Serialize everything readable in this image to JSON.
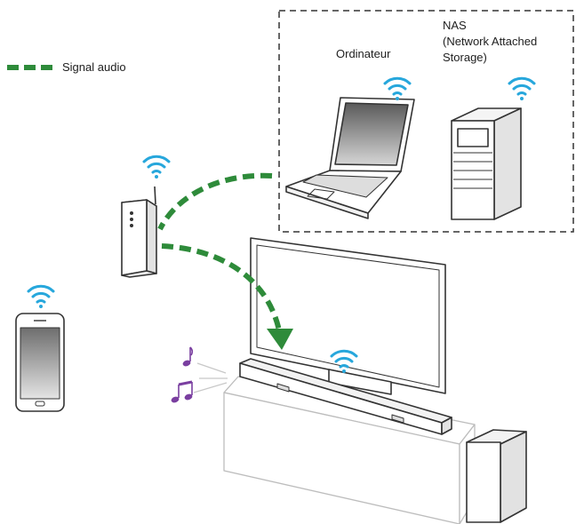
{
  "legend": {
    "label": "Signal audio"
  },
  "labels": {
    "computer": "Ordinateur",
    "nas_line1": "NAS",
    "nas_line2": "(Network Attached",
    "nas_line3": "Storage)"
  },
  "colors": {
    "signal": "#2e8b3a",
    "wifi": "#27a7dc",
    "music_note": "#7a3fa0",
    "outline": "#333333",
    "light_outline": "#bdbdbd"
  },
  "icons": {
    "wifi": "wifi-icon",
    "note": "music-note-icon"
  }
}
